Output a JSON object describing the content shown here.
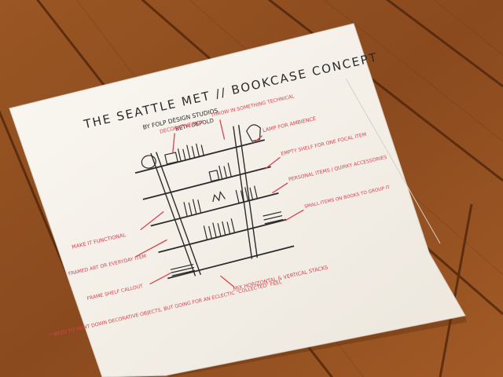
{
  "photo": {
    "floor_color": "#8a4a1e",
    "paper_color": "#f6f2ec",
    "ink_color": "#2b2b2b",
    "annotation_color": "#d9424f"
  },
  "sketch": {
    "title": "THE SEATTLE MET // BOOKCASE CONCEPT",
    "subtitle": "BY FOLP DESIGN STUDIOS",
    "author": "BETH DEPOLD",
    "annotations": {
      "decorative_box": "DECORATIVE BOX",
      "throw_in": "THROW IN SOMETHING TECHNICAL",
      "lamp": "LAMP FOR AMBIENCE",
      "empty_shelf": "EMPTY SHELF FOR ONE FOCAL ITEM",
      "personal": "PERSONAL ITEMS / QUIRKY ACCESSORIES",
      "make_functional": "MAKE IT FUNCTIONAL",
      "framed_art": "FRAMED ART OR EVERYDAY ITEM",
      "small_items": "SMALL ITEMS ON BOOKS TO GROUP IT",
      "frame_shelf": "FRAME SHELF CALLOUT",
      "mix": "MIX HORIZONTAL & VERTICAL STACKS",
      "note": "* NEED TO HUNT DOWN DECORATIVE OBJECTS, BUT GOING FOR AN ECLECTIC \"COLLECTED\" FEEL"
    }
  }
}
